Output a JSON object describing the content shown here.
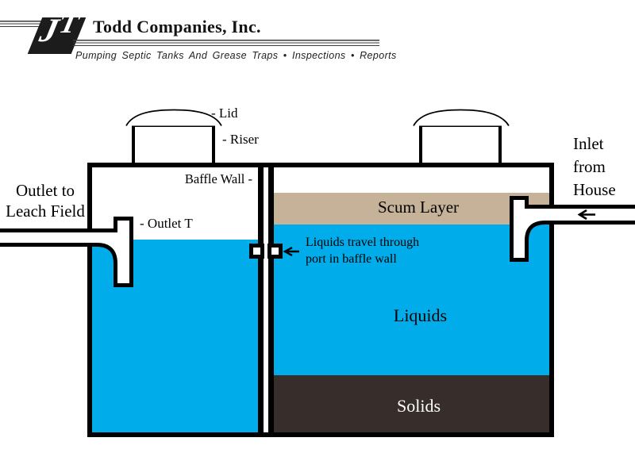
{
  "header": {
    "logo": {
      "letter_j": "J",
      "letter_t": "T"
    },
    "company_name": "Todd Companies, Inc.",
    "tagline": "Pumping Septic Tanks And Grease Traps • Inspections • Reports"
  },
  "diagram": {
    "callouts": {
      "lid": "- Lid",
      "riser": "- Riser",
      "baffle_wall": "Baffle Wall -",
      "outlet_t": "- Outlet T",
      "port_note_line1": "Liquids travel through",
      "port_note_line2": "port in baffle wall"
    },
    "external": {
      "outlet_line1": "Outlet to",
      "outlet_line2": "Leach Field",
      "inlet_line1": "Inlet",
      "inlet_line2": "from",
      "inlet_line3": "House"
    },
    "layers": {
      "scum": "Scum Layer",
      "liquids": "Liquids",
      "solids": "Solids"
    }
  },
  "colors": {
    "liquid": "#00ACEA",
    "scum": "#C6B298",
    "solids": "#372D2A",
    "outline": "#000000"
  }
}
